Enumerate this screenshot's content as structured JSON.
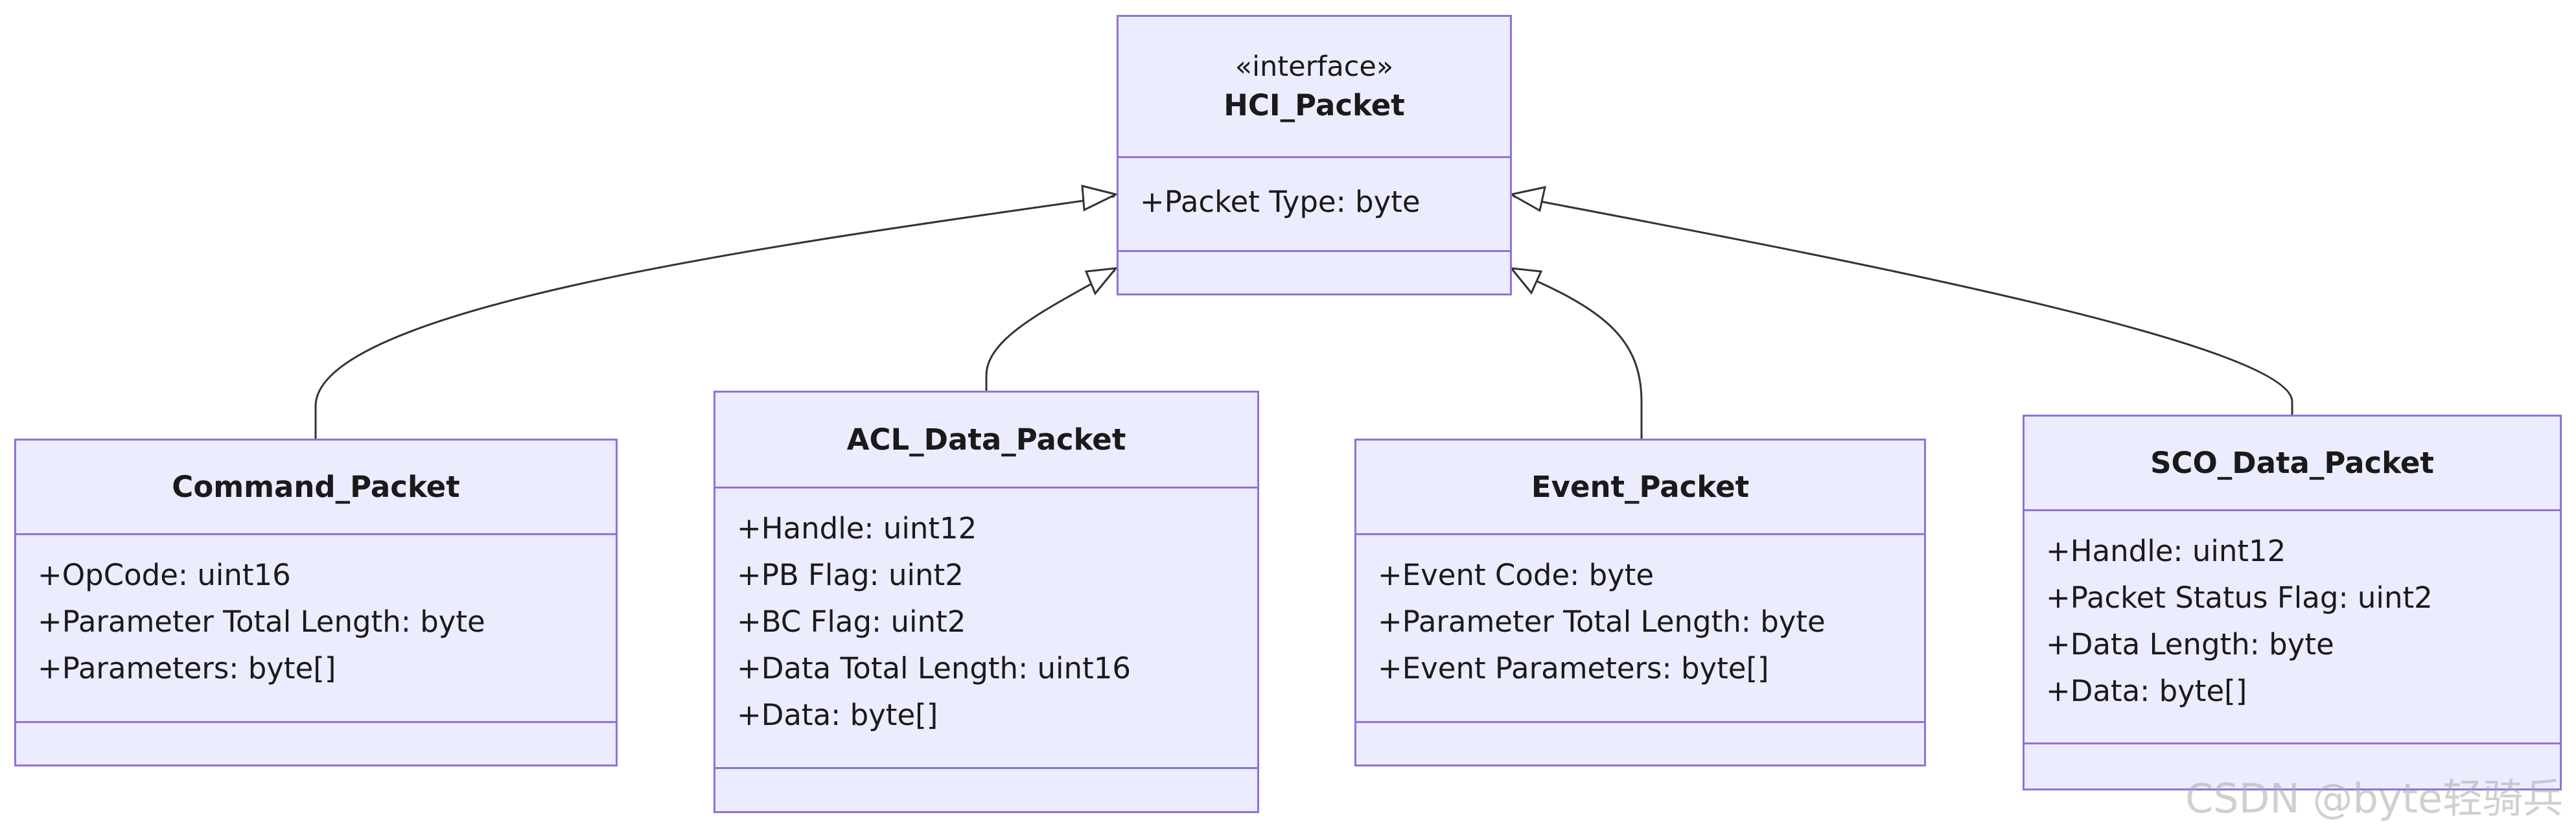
{
  "interface": {
    "stereotype": "«interface»",
    "name": "HCI_Packet",
    "attributes": [
      "+Packet Type: byte"
    ]
  },
  "classes": [
    {
      "name": "Command_Packet",
      "attributes": [
        "+OpCode: uint16",
        "+Parameter Total Length: byte",
        "+Parameters: byte[]"
      ]
    },
    {
      "name": "ACL_Data_Packet",
      "attributes": [
        "+Handle: uint12",
        "+PB Flag: uint2",
        "+BC Flag: uint2",
        "+Data Total Length: uint16",
        "+Data: byte[]"
      ]
    },
    {
      "name": "Event_Packet",
      "attributes": [
        "+Event Code: byte",
        "+Parameter Total Length: byte",
        "+Event Parameters: byte[]"
      ]
    },
    {
      "name": "SCO_Data_Packet",
      "attributes": [
        "+Handle: uint12",
        "+Packet Status Flag: uint2",
        "+Data Length: byte",
        "+Data: byte[]"
      ]
    }
  ],
  "relations": [
    {
      "from": "Command_Packet",
      "to": "HCI_Packet",
      "type": "realization"
    },
    {
      "from": "ACL_Data_Packet",
      "to": "HCI_Packet",
      "type": "realization"
    },
    {
      "from": "Event_Packet",
      "to": "HCI_Packet",
      "type": "realization"
    },
    {
      "from": "SCO_Data_Packet",
      "to": "HCI_Packet",
      "type": "realization"
    }
  ],
  "colors": {
    "box_fill": "#ececff",
    "box_border": "#9370db",
    "edge": "#333333"
  },
  "watermark": "CSDN @byte轻骑兵"
}
